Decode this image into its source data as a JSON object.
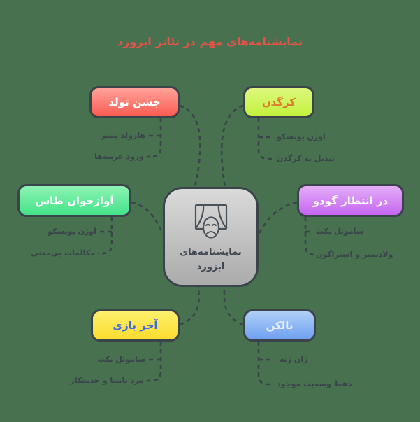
{
  "title": "نمایشنامه‌های مهم در تئاتر ابزورد",
  "colors": {
    "background": "#47714f",
    "title": "#e2534a",
    "connector": "#3b434b",
    "node_border": "#3b434b",
    "center_gradient": [
      "#dadada",
      "#ababab"
    ]
  },
  "center": {
    "icon": "theater-stage-mask-icon",
    "label_line1": "نمایشنامه‌های",
    "label_line2": "ابزورد"
  },
  "nodes": [
    {
      "id": "jashn-tavallod",
      "label": "جشن تولد",
      "color_top": "#ffa39a",
      "color_bottom": "#fa5b52",
      "text_color": "#ffffff",
      "children": [
        "هارولد پینتر",
        "ورود غریبه‌ها"
      ]
    },
    {
      "id": "kargadan",
      "label": "کرگدن",
      "color_top": "#ddf77f",
      "color_bottom": "#c3f23c",
      "text_color": "#dd7a2e",
      "children": [
        "اوژن یونسکو",
        "تبدیل به کرگدن"
      ]
    },
    {
      "id": "avazkhan-tas",
      "label": "آوازخوان طاس",
      "color_top": "#8df3b3",
      "color_bottom": "#44e389",
      "text_color": "#ffffff",
      "children": [
        "اوژن یونسکو",
        "مکالمات بی‌معنی"
      ]
    },
    {
      "id": "dar-entezar-godot",
      "label": "در انتظار گودو",
      "color_top": "#e4adf8",
      "color_bottom": "#c566f1",
      "text_color": "#ffffff",
      "children": [
        "ساموئل بکت",
        "ولادیمیر و استراگون"
      ]
    },
    {
      "id": "akhar-bazi",
      "label": "آخر بازی",
      "color_top": "#fdf06d",
      "color_bottom": "#fcdc2f",
      "text_color": "#4169e1",
      "children": [
        "ساموئل بکت",
        "مرد نابینا و خدمتکار"
      ]
    },
    {
      "id": "balkon",
      "label": "بالکن",
      "color_top": "#aed0f8",
      "color_bottom": "#6f9ff0",
      "text_color": "#e9eef3",
      "children": [
        "ژان ژنه",
        "حفظ وضعیت موجود"
      ]
    }
  ]
}
